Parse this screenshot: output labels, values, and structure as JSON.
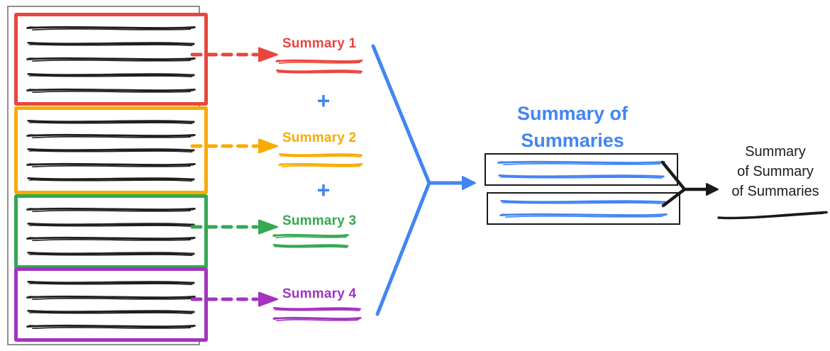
{
  "source_documents": {
    "container_border_color": "#8f8f8f",
    "docs": [
      {
        "name": "document-1",
        "accent_color": "#e8463f",
        "text_scribble_lines": 5
      },
      {
        "name": "document-2",
        "accent_color": "#f9ab00",
        "text_scribble_lines": 5
      },
      {
        "name": "document-3",
        "accent_color": "#34a853",
        "text_scribble_lines": 4
      },
      {
        "name": "document-4",
        "accent_color": "#a234bf",
        "text_scribble_lines": 4
      }
    ]
  },
  "summaries": [
    {
      "label": "Summary 1",
      "color": "#e8463f"
    },
    {
      "label": "Summary 2",
      "color": "#f9ab00"
    },
    {
      "label": "Summary 3",
      "color": "#34a853"
    },
    {
      "label": "Summary 4",
      "color": "#a234bf"
    }
  ],
  "operators": {
    "plus": "+",
    "color": "#4285f4"
  },
  "summary_of_summaries": {
    "title_lines": [
      "Summary of",
      "Summaries"
    ],
    "title_color": "#4285f4",
    "box_count": 2,
    "box_border_color": "#1a1a1a",
    "scribble_color": "#4285f4"
  },
  "final_summary": {
    "label_lines": [
      "Summary",
      "of Summary",
      "of Summaries"
    ],
    "color": "#1d1d1f",
    "arrow_color": "#1a1a1a"
  }
}
